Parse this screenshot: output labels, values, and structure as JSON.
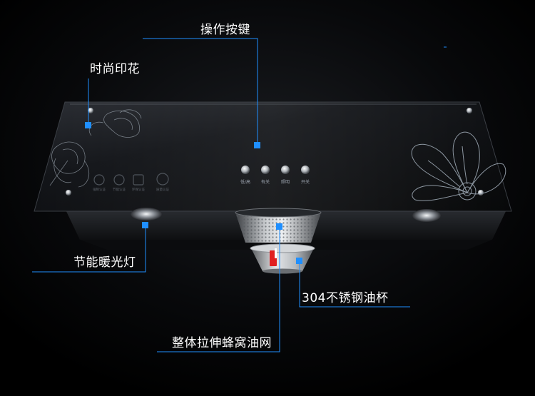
{
  "callouts": {
    "buttons": "操作按键",
    "print": "时尚印花",
    "light": "节能暖光灯",
    "oil_cup": "304不锈钢油杯",
    "filter": "整体拉伸蜂窝油网"
  },
  "control_buttons": [
    {
      "label": "低/高"
    },
    {
      "label": "有关"
    },
    {
      "label": "照明"
    },
    {
      "label": "开关"
    }
  ],
  "certifications": [
    {
      "label": "强制认证"
    },
    {
      "label": "节能认证"
    },
    {
      "label": "环保认证"
    },
    {
      "label": "质量认证"
    }
  ],
  "colors": {
    "accent": "#1f8fff",
    "background": "#000000",
    "panel": "#121418",
    "callout_text": "#ffffff"
  }
}
